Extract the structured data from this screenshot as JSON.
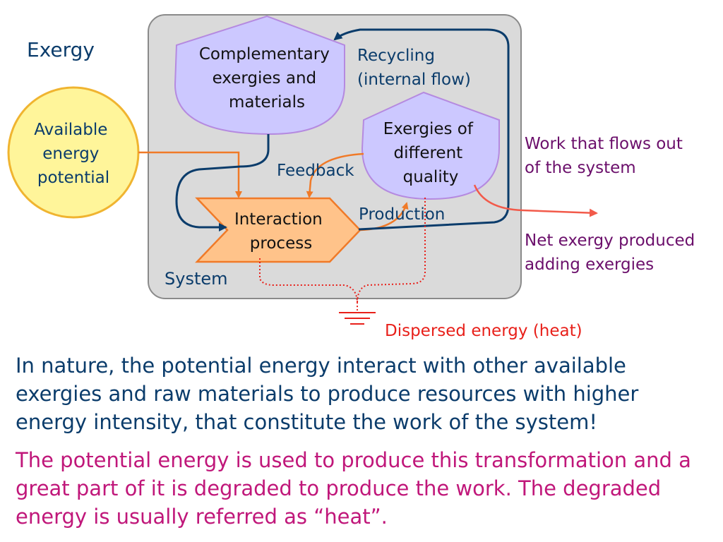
{
  "title": "Exergy",
  "diagram": {
    "system_label": "System",
    "available_energy": [
      "Available",
      "energy",
      "potential"
    ],
    "complementary": [
      "Complementary",
      "exergies and",
      "materials"
    ],
    "exergies_quality": [
      "Exergies of",
      "different",
      "quality"
    ],
    "interaction": [
      "Interaction",
      "process"
    ],
    "recycling": [
      "Recycling",
      "(internal flow)"
    ],
    "feedback": "Feedback",
    "production": "Production",
    "work_out": [
      "Work that flows out",
      "of the system"
    ],
    "net_exergy": [
      "Net exergy produced",
      "adding exergies"
    ],
    "dispersed": "Dispersed energy (heat)"
  },
  "paragraphs": [
    "In nature, the potential energy interact with other available exergies and raw materials to produce resources with higher energy intensity, that constitute the work of the system!",
    "The potential energy is used to produce this transformation and a great part of it is degraded to produce the work. The degraded energy is usually referred as “heat”."
  ],
  "colors": {
    "navy": "#0b3c6b",
    "purple_text": "#6b0f6b",
    "red_text": "#e8201a",
    "magenta_text": "#c0177a",
    "orange_arrow": "#f07a28",
    "system_box": "#dadada",
    "lavender": "#ccc8ff",
    "yellow_circle": "#fff59a",
    "interaction_fill": "#ffc38a"
  }
}
